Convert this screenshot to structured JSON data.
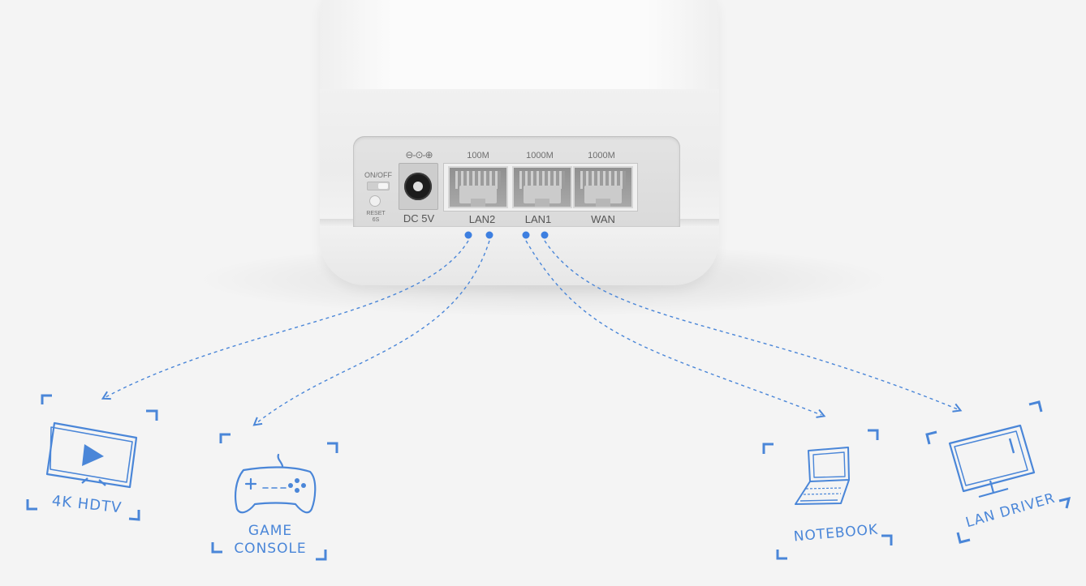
{
  "router": {
    "switch_label": "ON/OFF",
    "reset_label": "RESET",
    "reset_time": "6S",
    "dc_symbol": "⊖-⊙-⊕",
    "dc_label": "DC 5V",
    "ports": [
      {
        "speed": "100M",
        "name": "LAN2"
      },
      {
        "speed": "1000M",
        "name": "LAN1"
      },
      {
        "speed": "1000M",
        "name": "WAN"
      }
    ]
  },
  "devices": {
    "hdtv": {
      "label": "4K HDTV",
      "icon": "tv-icon"
    },
    "console": {
      "label_line1": "GAME",
      "label_line2": "CONSOLE",
      "icon": "gamepad-icon"
    },
    "notebook": {
      "label": "NOTEBOOK",
      "icon": "laptop-icon"
    },
    "lan_driver": {
      "label": "LAN DRIVER",
      "icon": "monitor-icon"
    }
  },
  "colors": {
    "accent": "#4a86d8",
    "link_dot": "#3d7fe0",
    "background": "#f4f4f4"
  }
}
